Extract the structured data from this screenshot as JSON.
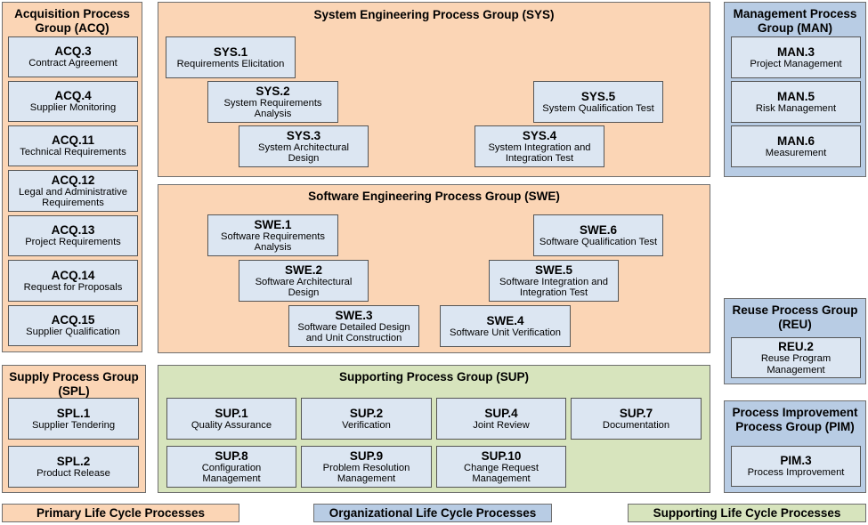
{
  "groups": {
    "acq": {
      "title": "Acquisition Process\nGroup (ACQ)",
      "items": [
        {
          "id": "ACQ.3",
          "name": "Contract Agreement"
        },
        {
          "id": "ACQ.4",
          "name": "Supplier Monitoring"
        },
        {
          "id": "ACQ.11",
          "name": "Technical Requirements"
        },
        {
          "id": "ACQ.12",
          "name": "Legal and Administrative\nRequirements"
        },
        {
          "id": "ACQ.13",
          "name": "Project Requirements"
        },
        {
          "id": "ACQ.14",
          "name": "Request for Proposals"
        },
        {
          "id": "ACQ.15",
          "name": "Supplier Qualification"
        }
      ]
    },
    "sys": {
      "title": "System Engineering Process Group (SYS)",
      "items": [
        {
          "id": "SYS.1",
          "name": "Requirements Elicitation"
        },
        {
          "id": "SYS.2",
          "name": "System Requirements\nAnalysis"
        },
        {
          "id": "SYS.3",
          "name": "System Architectural\nDesign"
        },
        {
          "id": "SYS.4",
          "name": "System Integration and\nIntegration Test"
        },
        {
          "id": "SYS.5",
          "name": "System Qualification Test"
        }
      ]
    },
    "man": {
      "title": "Management Process\nGroup (MAN)",
      "items": [
        {
          "id": "MAN.3",
          "name": "Project Management"
        },
        {
          "id": "MAN.5",
          "name": "Risk Management"
        },
        {
          "id": "MAN.6",
          "name": "Measurement"
        }
      ]
    },
    "swe": {
      "title": "Software Engineering Process Group (SWE)",
      "items": [
        {
          "id": "SWE.1",
          "name": "Software Requirements\nAnalysis"
        },
        {
          "id": "SWE.2",
          "name": "Software Architectural\nDesign"
        },
        {
          "id": "SWE.3",
          "name": "Software Detailed Design\nand Unit Construction"
        },
        {
          "id": "SWE.4",
          "name": "Software Unit Verification"
        },
        {
          "id": "SWE.5",
          "name": "Software Integration and\nIntegration Test"
        },
        {
          "id": "SWE.6",
          "name": "Software Qualification Test"
        }
      ]
    },
    "reu": {
      "title": "Reuse Process Group\n(REU)",
      "items": [
        {
          "id": "REU.2",
          "name": "Reuse Program\nManagement"
        }
      ]
    },
    "spl": {
      "title": "Supply Process Group\n(SPL)",
      "items": [
        {
          "id": "SPL.1",
          "name": "Supplier Tendering"
        },
        {
          "id": "SPL.2",
          "name": "Product Release"
        }
      ]
    },
    "sup": {
      "title": "Supporting Process Group (SUP)",
      "items": [
        {
          "id": "SUP.1",
          "name": "Quality Assurance"
        },
        {
          "id": "SUP.2",
          "name": "Verification"
        },
        {
          "id": "SUP.4",
          "name": "Joint Review"
        },
        {
          "id": "SUP.7",
          "name": "Documentation"
        },
        {
          "id": "SUP.8",
          "name": "Configuration\nManagement"
        },
        {
          "id": "SUP.9",
          "name": "Problem Resolution\nManagement"
        },
        {
          "id": "SUP.10",
          "name": "Change Request\nManagement"
        }
      ]
    },
    "pim": {
      "title": "Process Improvement\nProcess Group (PIM)",
      "items": [
        {
          "id": "PIM.3",
          "name": "Process Improvement"
        }
      ]
    }
  },
  "legend": {
    "primary": "Primary Life Cycle Processes",
    "organizational": "Organizational Life Cycle Processes",
    "supporting": "Supporting Life Cycle Processes"
  },
  "colors": {
    "primary": "#fbd5b5",
    "organizational": "#b8cce4",
    "supporting": "#d7e4bd",
    "process_box": "#dce6f2"
  }
}
